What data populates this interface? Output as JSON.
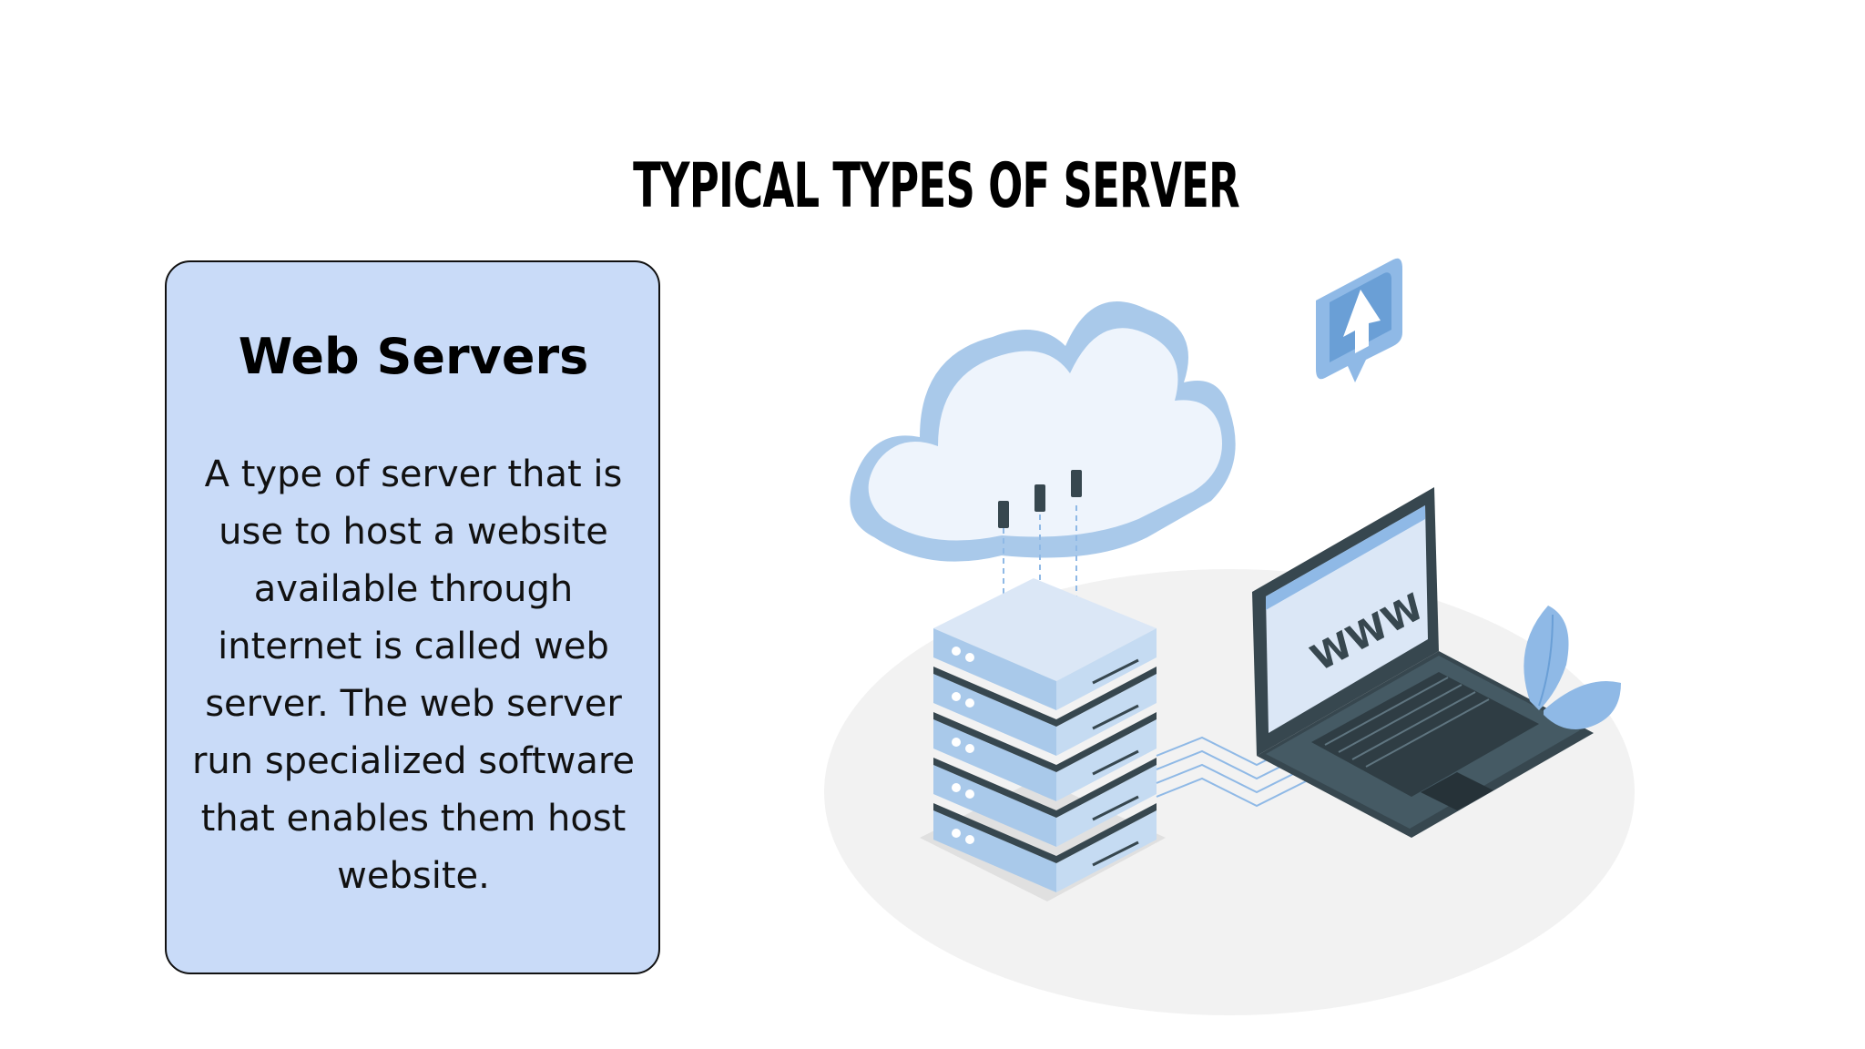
{
  "slide": {
    "title": "TYPICAL TYPES OF SERVER"
  },
  "card": {
    "heading": "Web Servers",
    "body": "A type of server that is use to host a website available through internet is called web server. The web server run specialized software that enables them host website."
  },
  "illustration": {
    "laptop_screen_text": "WWW",
    "icons": [
      "cloud-icon",
      "upload-arrow-icon",
      "server-rack-icon",
      "laptop-icon",
      "plant-leaf-icon"
    ]
  },
  "colors": {
    "card_background": "#c9dbf8",
    "accent_blue": "#8fb9e6",
    "dark_slate": "#37474f",
    "ground": "#f2f2f2"
  }
}
